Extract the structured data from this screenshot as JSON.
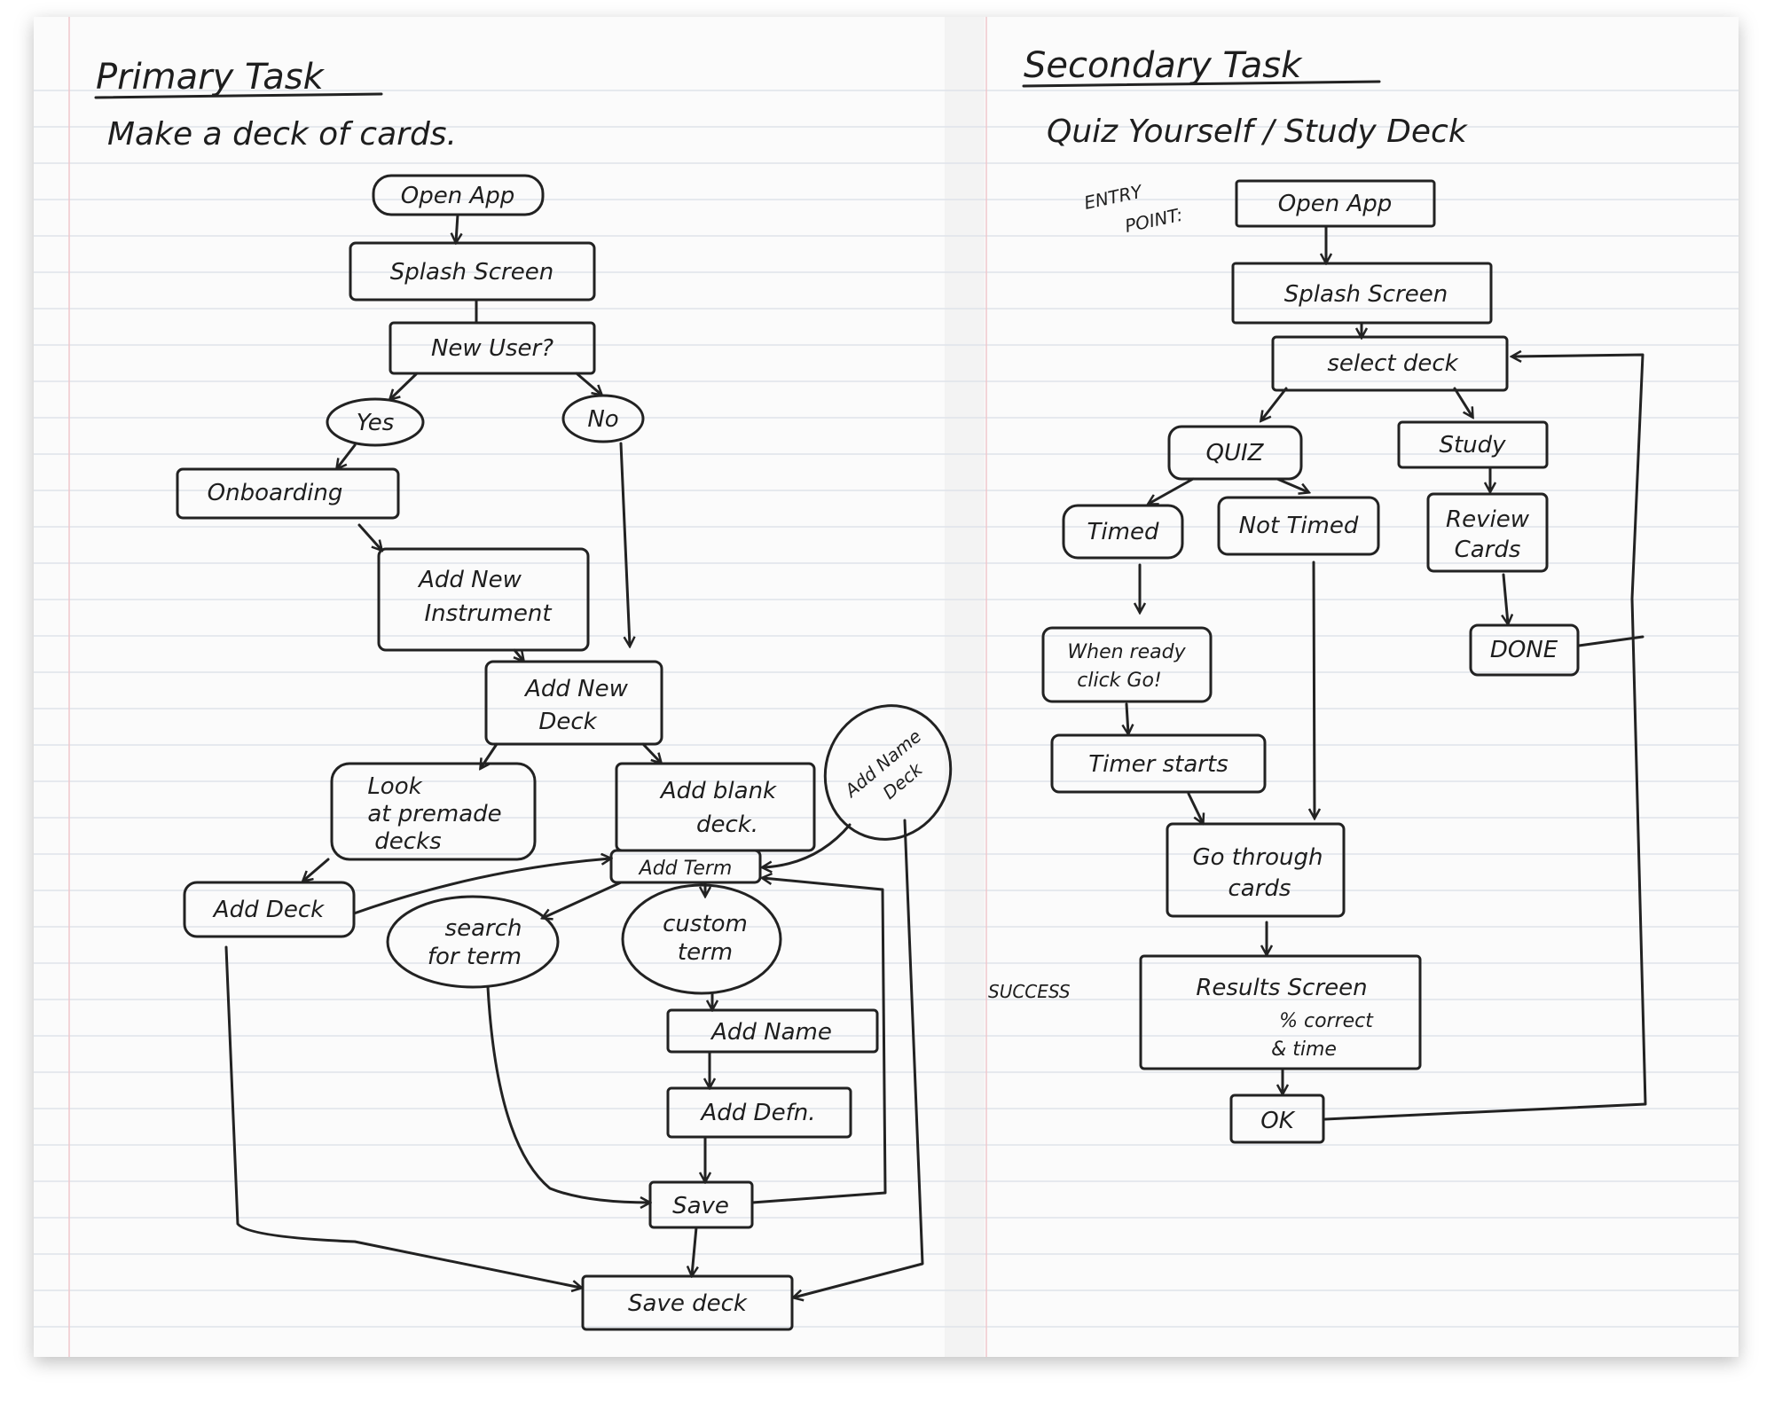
{
  "primary": {
    "title": "Primary Task",
    "subtitle": "Make a deck of cards.",
    "nodes": {
      "open_app": [
        "Open App"
      ],
      "splash": [
        "Splash Screen"
      ],
      "new_user": [
        "New User?"
      ],
      "yes": [
        "Yes"
      ],
      "no": [
        "No"
      ],
      "onboarding": [
        "Onboarding"
      ],
      "add_instrument": [
        "Add New",
        "Instrument"
      ],
      "add_new_deck": [
        "Add New",
        "Deck"
      ],
      "look_premade": [
        "Look",
        "at premade",
        "decks"
      ],
      "add_blank": [
        "Add blank",
        "deck."
      ],
      "add_name_deck": [
        "Add Name",
        "Deck"
      ],
      "add_term": [
        "Add Term"
      ],
      "add_deck": [
        "Add Deck"
      ],
      "search_term": [
        "search",
        "for term"
      ],
      "custom_term": [
        "custom",
        "term"
      ],
      "add_name": [
        "Add Name"
      ],
      "add_defn": [
        "Add Defn."
      ],
      "save": [
        "Save"
      ],
      "save_deck": [
        "Save deck"
      ]
    }
  },
  "secondary": {
    "title": "Secondary Task",
    "subtitle": "Quiz Yourself / Study Deck",
    "entry_label": [
      "ENTRY",
      "POINT:"
    ],
    "success_label": "SUCCESS",
    "nodes": {
      "open_app": [
        "Open App"
      ],
      "splash": [
        "Splash Screen"
      ],
      "select_deck": [
        "select deck"
      ],
      "quiz": [
        "QUIZ"
      ],
      "study": [
        "Study"
      ],
      "timed": [
        "Timed"
      ],
      "not_timed": [
        "Not Timed"
      ],
      "review": [
        "Review",
        "Cards"
      ],
      "done": [
        "DONE"
      ],
      "when_ready": [
        "When ready",
        "click Go!"
      ],
      "timer_starts": [
        "Timer starts"
      ],
      "go_through": [
        "Go through",
        "cards"
      ],
      "results": [
        "Results Screen",
        "% correct",
        "& time"
      ],
      "ok": [
        "OK"
      ]
    }
  }
}
